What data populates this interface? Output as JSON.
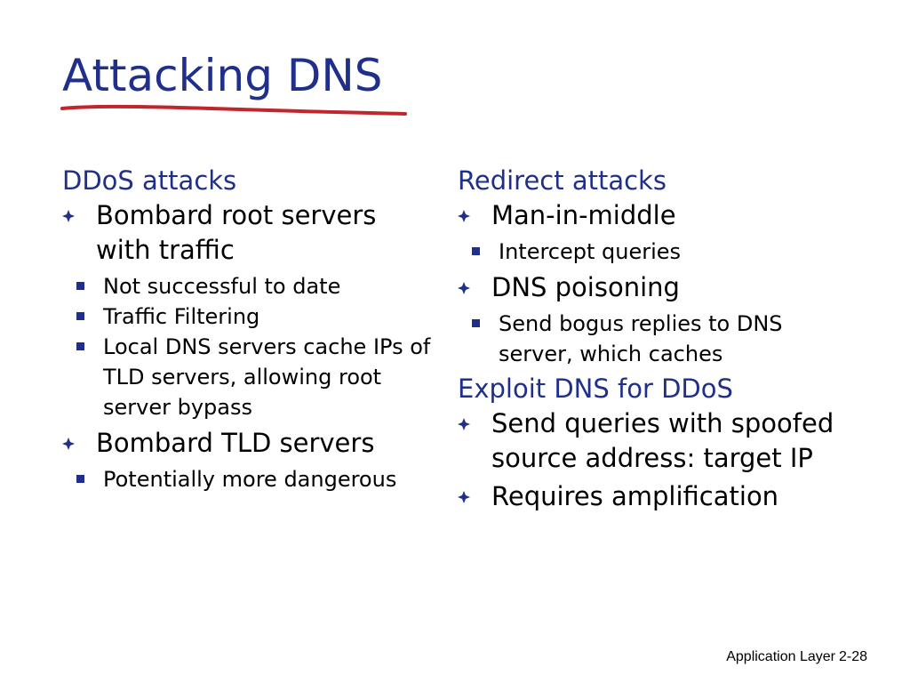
{
  "slide": {
    "title": "Attacking DNS",
    "left": {
      "heading": "DDoS attacks",
      "items": [
        {
          "text": "Bombard root servers with traffic",
          "sub": [
            "Not successful to date",
            "Traffic Filtering",
            "Local DNS servers cache IPs of TLD servers, allowing root server bypass"
          ]
        },
        {
          "text": "Bombard TLD servers",
          "sub": [
            "Potentially more dangerous"
          ]
        }
      ]
    },
    "right": {
      "heading1": "Redirect attacks",
      "items1": [
        {
          "text": "Man-in-middle",
          "sub": [
            "Intercept queries"
          ]
        },
        {
          "text": "DNS poisoning",
          "sub": [
            "Send bogus replies to DNS server, which caches"
          ]
        }
      ],
      "heading2": "Exploit DNS for DDoS",
      "items2": [
        {
          "text": "Send queries with spoofed source address: target IP"
        },
        {
          "text": "Requires amplification"
        }
      ]
    },
    "footer": {
      "label": "Application Layer",
      "page": "2-28"
    }
  },
  "colors": {
    "heading": "#1f2f8a",
    "underline": "#c0272d",
    "bullet": "#1f2f8a"
  }
}
